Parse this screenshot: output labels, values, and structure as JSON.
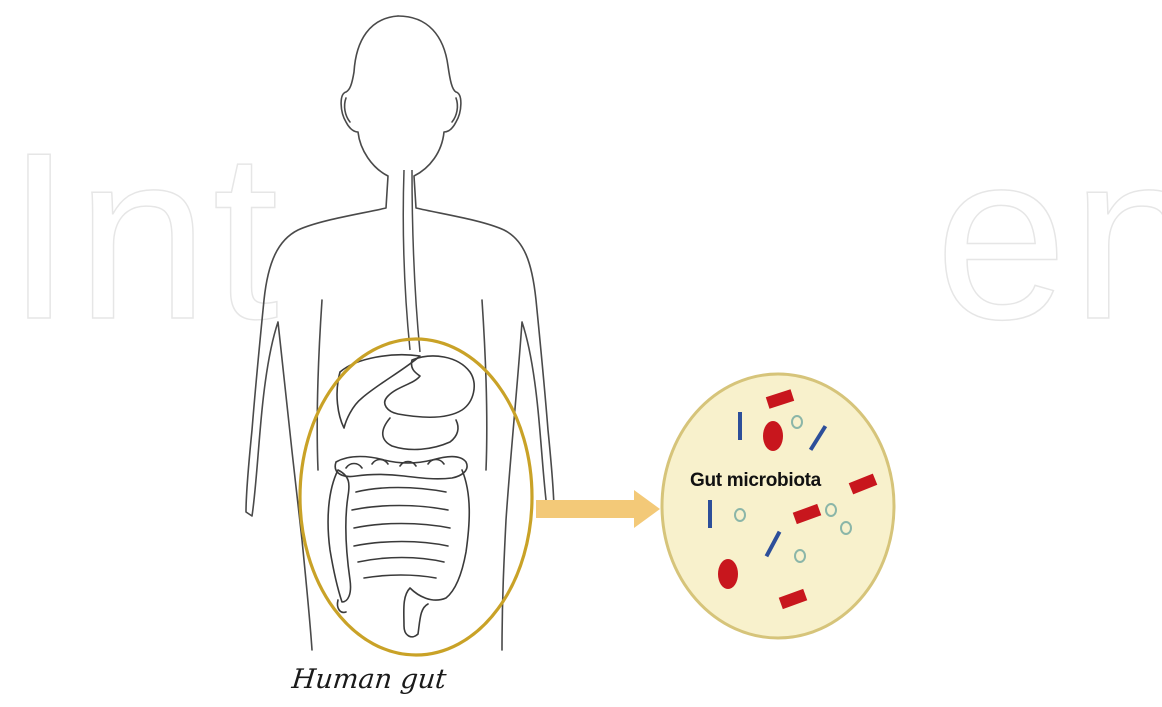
{
  "labels": {
    "human_gut": "Human gut",
    "gut_microbiota": "Gut microbiota"
  },
  "watermark": {
    "left_text": "Int",
    "right_text": "en"
  },
  "colors": {
    "outline": "#4a4a4a",
    "highlight_ring": "#c9a227",
    "arrow": "#f3c978",
    "petri_fill": "#f8f1cc",
    "petri_rim": "#d6c47a",
    "microbe_red": "#c8161d",
    "microbe_blue": "#2d4f9a",
    "microbe_cocci": "#8bb6a8"
  }
}
